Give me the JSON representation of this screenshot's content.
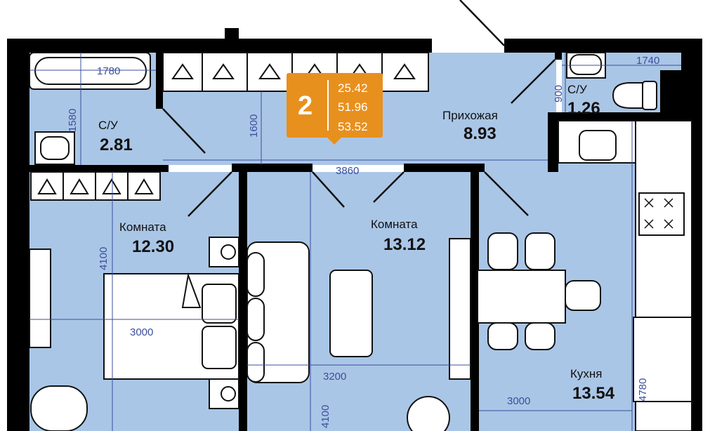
{
  "badge": {
    "rooms": "2",
    "living_area": "25.42",
    "total_area": "51.96",
    "area_with_balcony": "53.52",
    "color": "#e8901e"
  },
  "rooms": [
    {
      "name": "С/У",
      "area": "2.81"
    },
    {
      "name": "С/У",
      "area": "1.26"
    },
    {
      "name": "Прихожая",
      "area": "8.93"
    },
    {
      "name": "Комната",
      "area": "12.30"
    },
    {
      "name": "Комната",
      "area": "13.12"
    },
    {
      "name": "Кухня",
      "area": "13.54"
    }
  ],
  "dimensions": [
    "1780",
    "1580",
    "1600",
    "3860",
    "1740",
    "900",
    "4100",
    "3000",
    "3200",
    "4100",
    "3000",
    "4780"
  ],
  "colors": {
    "room": "#aac6e6",
    "wall": "#000000",
    "dimension": "#3b4f9e"
  }
}
